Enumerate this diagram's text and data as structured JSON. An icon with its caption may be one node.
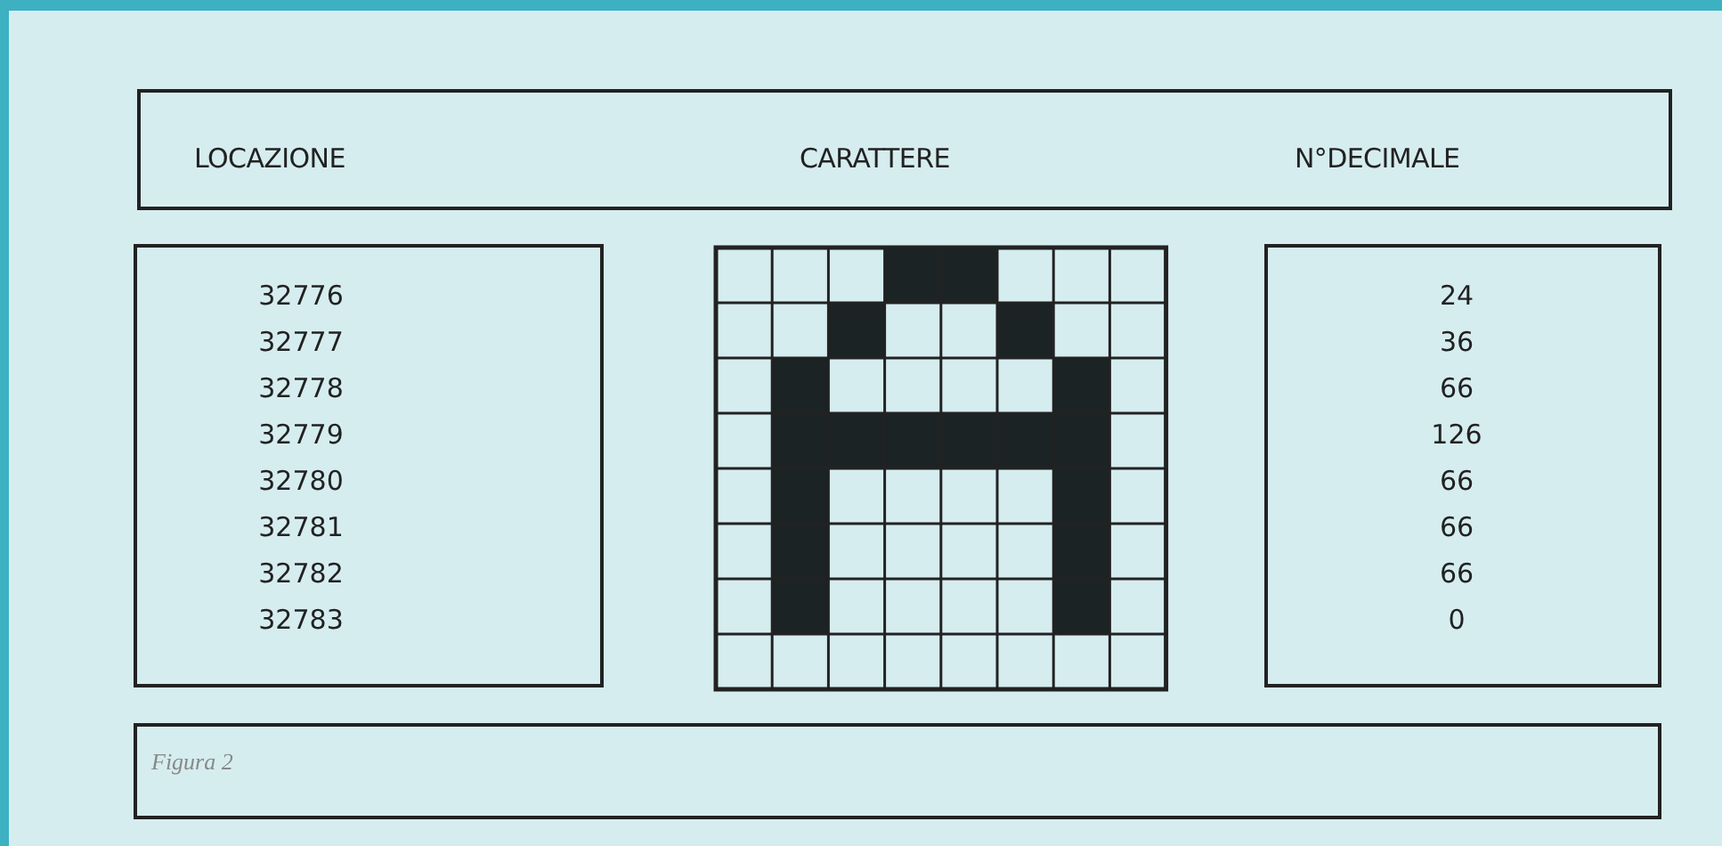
{
  "diagram": {
    "nodes": [
      {
        "text": [
          "LOCAZIONE",
          "CARATTERE",
          "N°DECIMALE"
        ]
      },
      {
        "text": [
          "32776",
          "32777",
          "32778",
          "32779",
          "32780",
          "32781",
          "32782",
          "32783"
        ]
      },
      {
        "text": [
          "24",
          "36",
          "66",
          "126",
          "66",
          "66",
          "66",
          "0"
        ]
      },
      {
        "text": [
          "Figura 2"
        ]
      }
    ]
  }
}
